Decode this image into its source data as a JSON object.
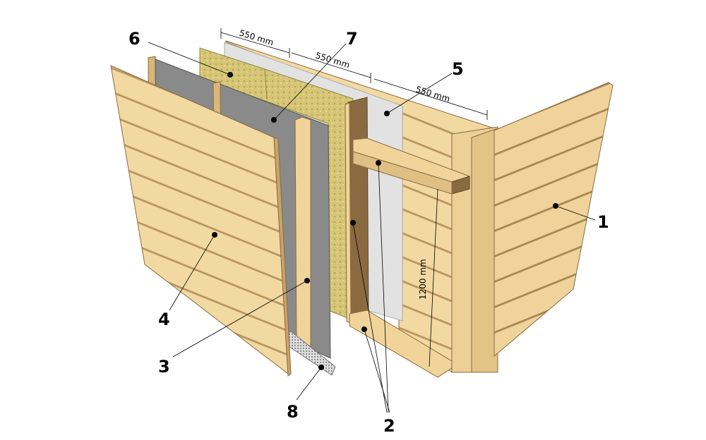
{
  "labels": {
    "n1": "1",
    "n2": "2",
    "n3": "3",
    "n4": "4",
    "n5": "5",
    "n6": "6",
    "n7": "7",
    "n8": "8"
  },
  "dimensions": {
    "spacing_1": "550 mm",
    "spacing_2": "550 mm",
    "spacing_3": "550 mm",
    "height": "1200 mm"
  },
  "colors": {
    "wood": "#f0d49a",
    "wood_dark": "#d9b778",
    "post_side": "#8a6a40",
    "insulation": "#d8c878",
    "membrane": "#e2e2e2",
    "wind_barrier": "#8a8a8a"
  }
}
